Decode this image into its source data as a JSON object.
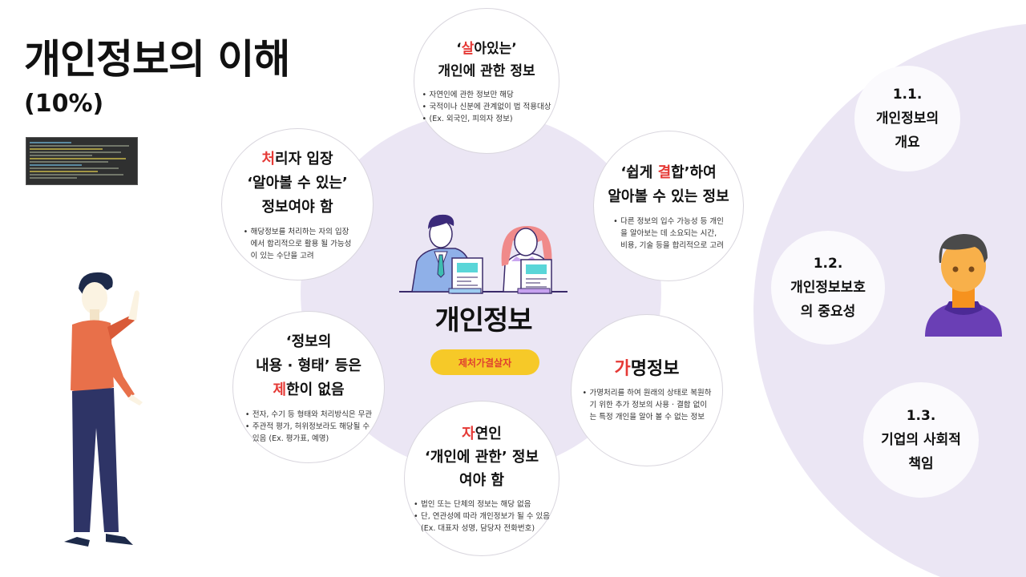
{
  "header": {
    "title": "개인정보의 이해",
    "weight": "(10%)"
  },
  "center": {
    "title": "개인정보",
    "mnemonic": "제처가결살자",
    "colors": {
      "hub_bg": "#ebe6f4",
      "pill_bg": "#f6c928",
      "pill_text": "#e0412f",
      "accent_red": "#e53935"
    }
  },
  "bubbles": {
    "living": {
      "title_pre": "‘",
      "title_red": "살",
      "title_post": "아있는’",
      "title_line2": "개인에 관한  정보",
      "bullets": [
        "자연인에 관한 정보만 해당",
        "국적이나 신분에 관계없이 법 적용대상",
        "(Ex. 외국인, 피의자 정보)"
      ]
    },
    "combine": {
      "title_pre": "‘쉽게 ",
      "title_red": "결",
      "title_post": "합’하여",
      "title_line2": "알아볼 수 있는  정보",
      "bullets": [
        "다른 정보의 입수 가능성 등 개인",
        "을  알아보는 데 소요되는 시간,",
        "비용, 기술  등을 합리적으로 고려"
      ]
    },
    "pseudonym": {
      "title_red": "가",
      "title_post": "명정보",
      "bullets": [
        "가명처리를 하여 원래의 상태로 복원하",
        "기 위한  추가 정보의 사용 · 결합 없이",
        "는 특정 개인을  알아 볼 수 없는 정보"
      ]
    },
    "natural": {
      "title_red": "자",
      "title_post": "연인",
      "title_line2": "‘개인에 관한’  정보",
      "title_line3": "여야 함",
      "bullets": [
        "법인 또는 단체의 정보는 해당 없음",
        "단, 연관성에 따라 개인정보가 될 수 있음",
        "(Ex. 대표자 성명, 담당자 전화번호)"
      ]
    },
    "form": {
      "title_line1": "‘정보의",
      "title_line2": "내용 · 형태’ 등은",
      "title_red": "제",
      "title_post": "한이 없음",
      "bullets": [
        "전자, 수기 등 형태와 처리방식은 무관",
        "주관적 평가, 허위정보라도 해당될 수",
        "있음 (Ex. 평가표, 예명)"
      ]
    },
    "processor": {
      "title_red": "처",
      "title_post": "리자 입장",
      "title_line2": "‘알아볼 수 있는’",
      "title_line3": "정보여야 함",
      "bullets": [
        "해당정보를 처리하는 자의 입장",
        "에서  합리적으로 활용 될 가능성",
        "이 있는 수단을 고려"
      ]
    }
  },
  "nav": [
    {
      "number": "1.1.",
      "line1": "개인정보의",
      "line2": "개요"
    },
    {
      "number": "1.2.",
      "line1": "개인정보보호",
      "line2": "의 중요성"
    },
    {
      "number": "1.3.",
      "line1": "기업의 사회적",
      "line2": "책임"
    }
  ],
  "icons": {
    "code_thumbnail": "code-screenshot-thumbnail",
    "presenter": "presenter-illustration",
    "avatar": "user-avatar-icon",
    "center": "two-people-holding-documents-illustration"
  }
}
